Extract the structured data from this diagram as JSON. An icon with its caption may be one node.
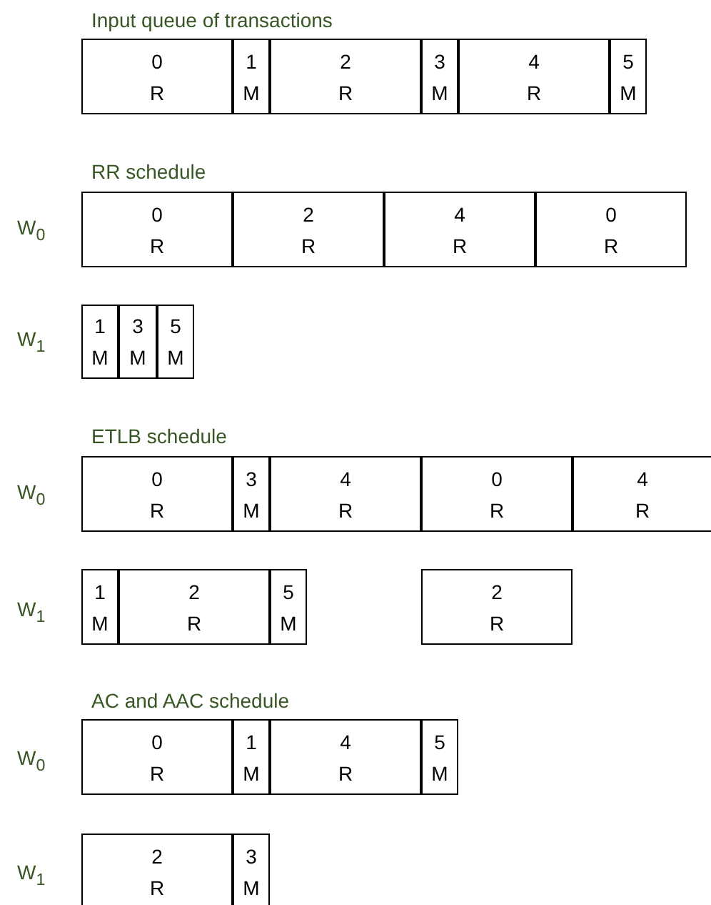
{
  "diagram": {
    "nodes": [
      {
        "text": [
          "0",
          "R"
        ]
      },
      {
        "text": [
          "1",
          "M"
        ]
      },
      {
        "text": [
          "2",
          "R"
        ]
      },
      {
        "text": [
          "3",
          "M"
        ]
      },
      {
        "text": [
          "4",
          "R"
        ]
      },
      {
        "text": [
          "5",
          "M"
        ]
      },
      {
        "text": [
          "0",
          "R"
        ]
      },
      {
        "text": [
          "2",
          "R"
        ]
      },
      {
        "text": [
          "4",
          "R"
        ]
      },
      {
        "text": [
          "0",
          "R"
        ]
      },
      {
        "text": [
          "1",
          "M"
        ]
      },
      {
        "text": [
          "3",
          "M"
        ]
      },
      {
        "text": [
          "5",
          "M"
        ]
      },
      {
        "text": [
          "0",
          "R"
        ]
      },
      {
        "text": [
          "3",
          "M"
        ]
      },
      {
        "text": [
          "4",
          "R"
        ]
      },
      {
        "text": [
          "0",
          "R"
        ]
      },
      {
        "text": [
          "4",
          "R"
        ]
      },
      {
        "text": [
          "1",
          "M"
        ]
      },
      {
        "text": [
          "2",
          "R"
        ]
      },
      {
        "text": [
          "5",
          "M"
        ]
      },
      {
        "text": [
          "2",
          "R"
        ]
      },
      {
        "text": [
          "0",
          "R"
        ]
      },
      {
        "text": [
          "1",
          "M"
        ]
      },
      {
        "text": [
          "4",
          "R"
        ]
      },
      {
        "text": [
          "5",
          "M"
        ]
      },
      {
        "text": [
          "2",
          "R"
        ]
      },
      {
        "text": [
          "3",
          "M"
        ]
      }
    ],
    "labels": [
      "Input queue of transactions",
      "RR schedule",
      "W$_{0}$",
      "W$_{1}$",
      "ETLB schedule",
      "W$_{0}$",
      "W$_{1}$",
      "AC and AAC schedule",
      "W$_{0}$",
      "W$_{1}$"
    ]
  }
}
